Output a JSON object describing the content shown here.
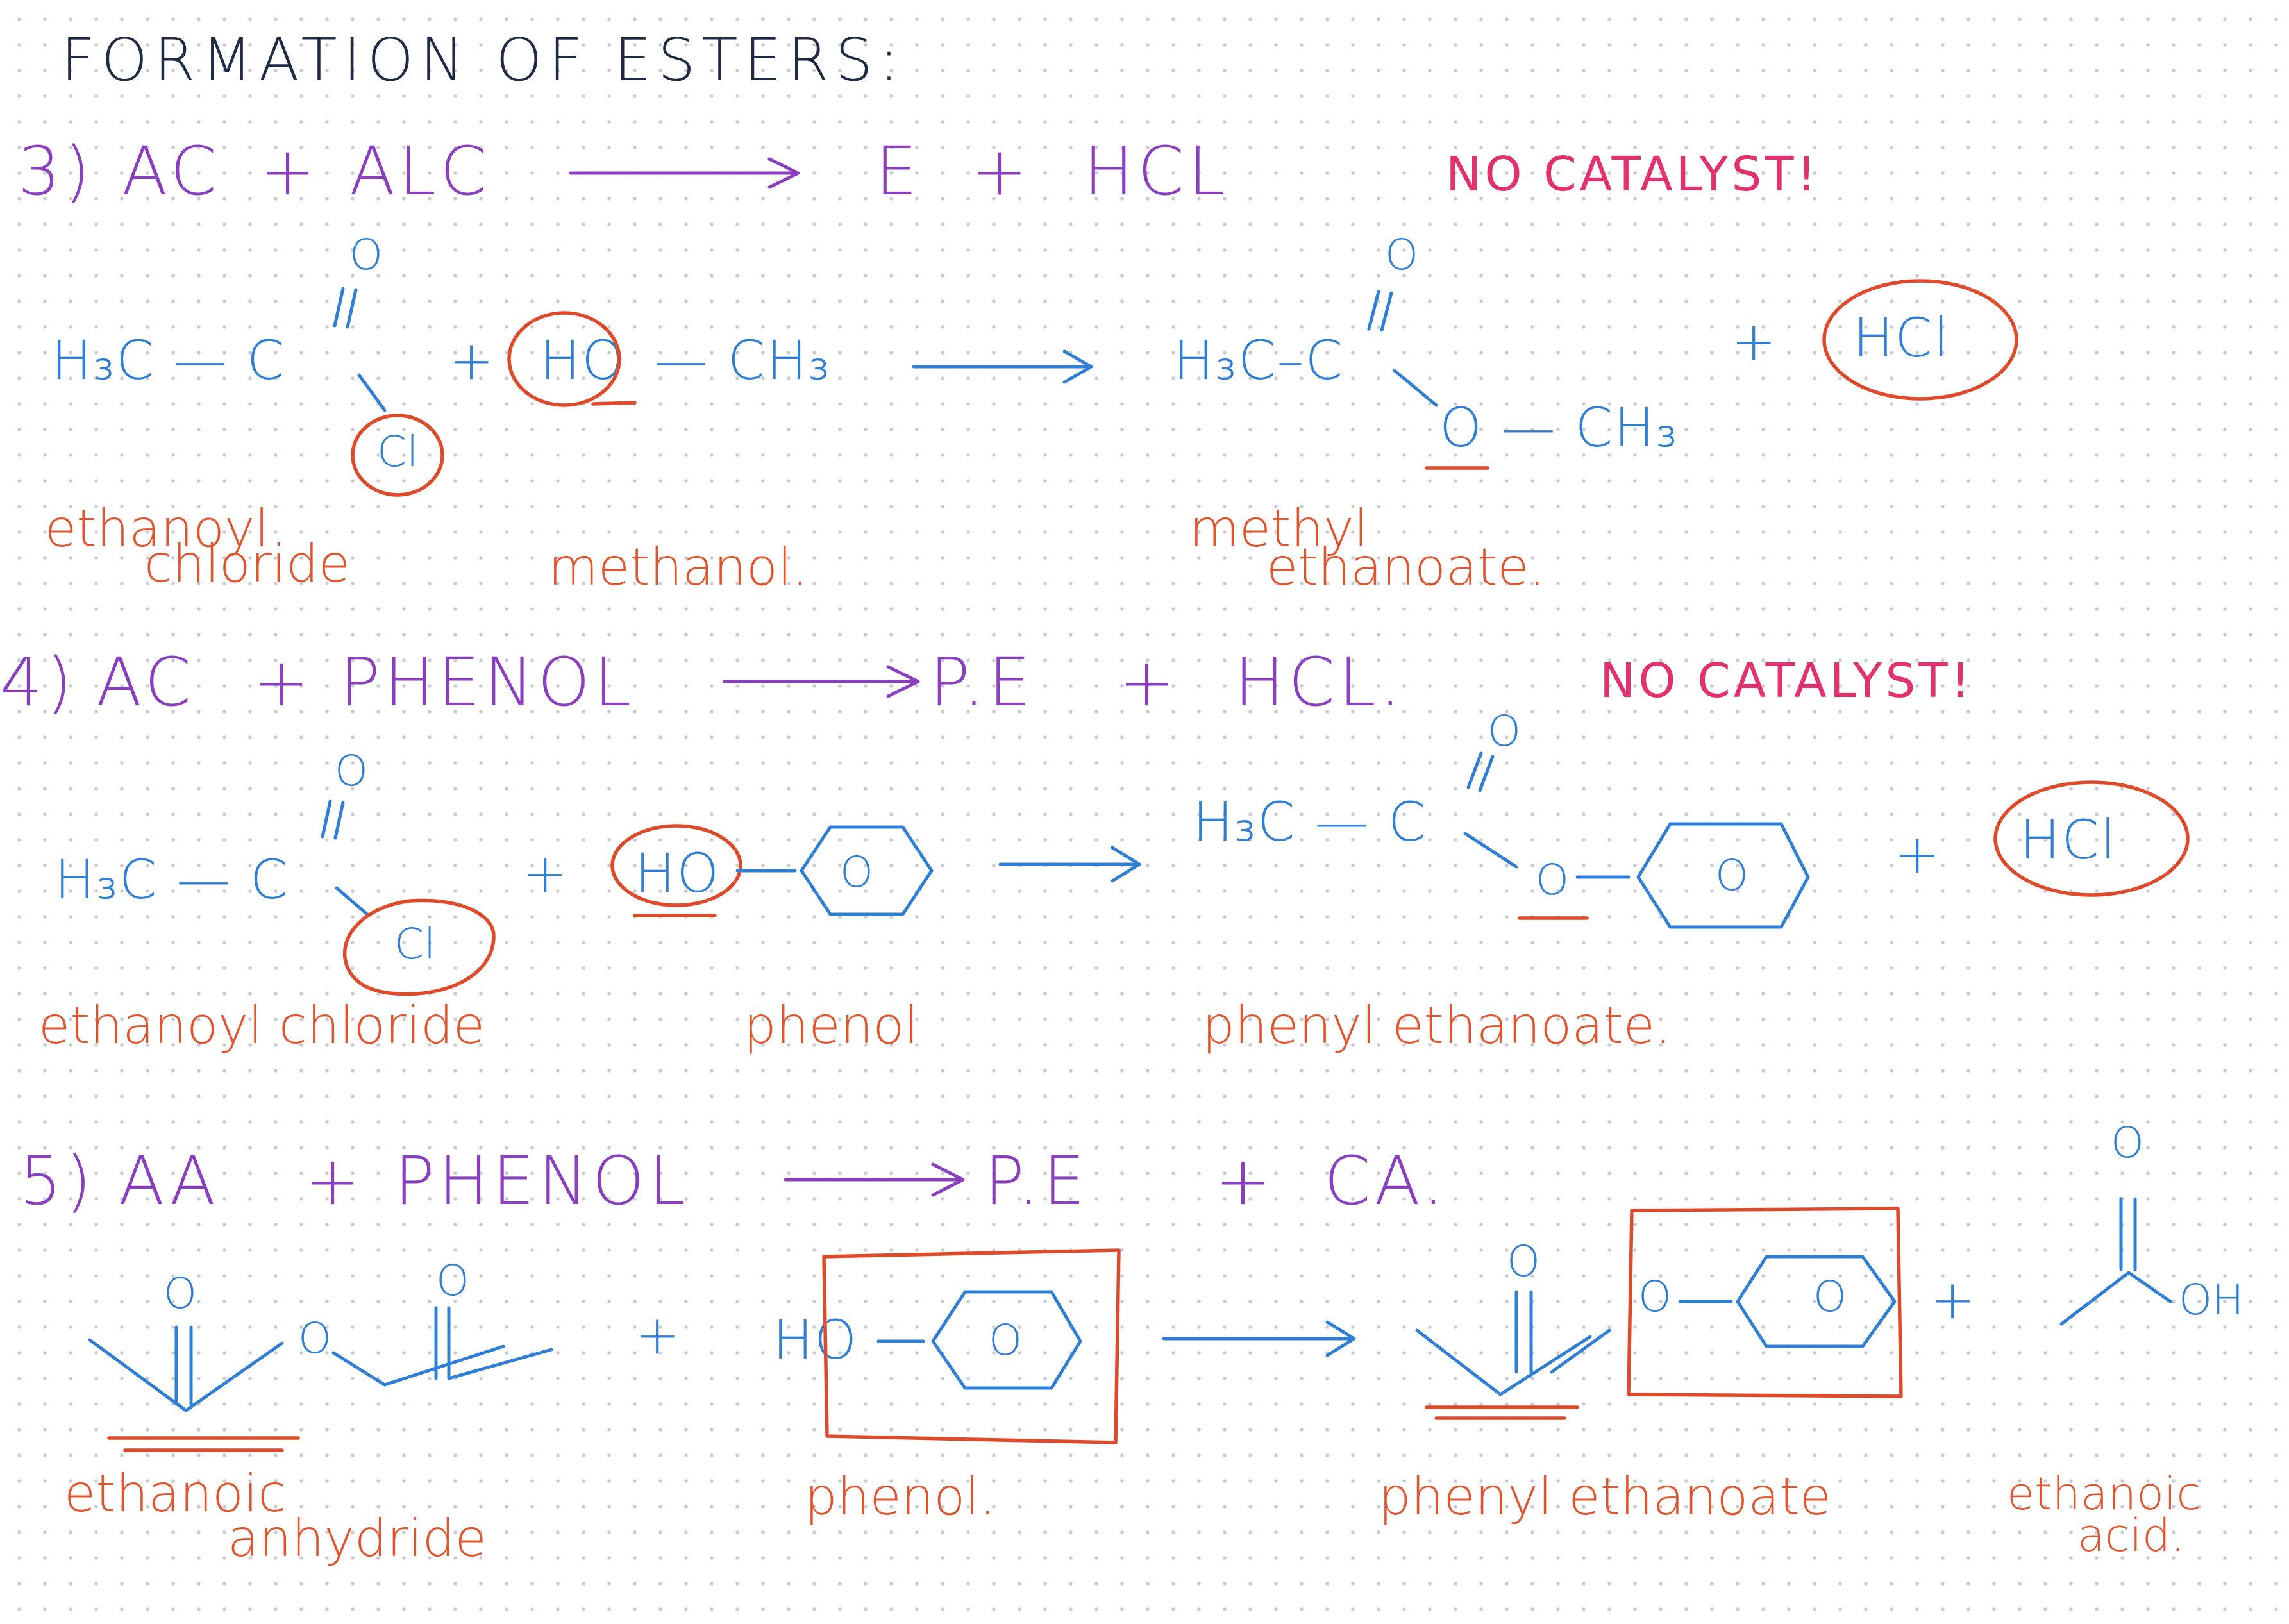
{
  "title": "FORMATION OF ESTERS:",
  "colors": {
    "heading": "#1f2a44",
    "equation": "#8a3fc0",
    "catalyst_note": "#e3306e",
    "structure": "#2f7fd6",
    "highlight": "#de4a2a",
    "names": "#e0552d"
  },
  "reaction3": {
    "equation": {
      "number": "3)",
      "reactant1": "AC",
      "plus1": "+",
      "reactant2": "ALC",
      "product1": "E",
      "plus2": "+",
      "product2": "HCL"
    },
    "note": "NO CATALYST!",
    "structures": {
      "carbonyl_o_left": "O",
      "h3c_left": "H₃C — C",
      "cl": "Cl",
      "plus": "+",
      "ho": "HO",
      "ch3": "— CH₃",
      "carbonyl_o_right": "O",
      "h3c_right": "H₃C–C",
      "o_ch3": "O — CH₃",
      "plus2": "+",
      "hcl": "HCl"
    },
    "names": {
      "acyl_chloride_1": "ethanoyl",
      "acyl_chloride_2": "chloride",
      "alcohol": "methanol.",
      "ester_1": "methyl",
      "ester_2": "ethanoate."
    }
  },
  "reaction4": {
    "equation": {
      "number": "4)",
      "reactant1": "AC",
      "plus1": "+",
      "reactant2": "PHENOL",
      "product1": "P.E",
      "plus2": "+",
      "product2": "HCL."
    },
    "note": "NO CATALYST!",
    "structures": {
      "carbonyl_o_left": "O",
      "h3c_left": "H₃C — C",
      "cl": "Cl",
      "plus": "+",
      "ho": "HO",
      "ring_label_left": "O",
      "carbonyl_o_right": "O",
      "h3c_right": "H₃C — C",
      "ester_o": "O",
      "ring_label_right": "O",
      "plus2": "+",
      "hcl": "HCl"
    },
    "names": {
      "acyl_chloride": "ethanoyl chloride",
      "phenol": "phenol",
      "ester": "phenyl ethanoate."
    }
  },
  "reaction5": {
    "equation": {
      "number": "5)",
      "reactant1": "AA",
      "plus1": "+",
      "reactant2": "PHENOL",
      "product1": "P.E",
      "plus2": "+",
      "product2": "CA."
    },
    "structures": {
      "anhydride_o1": "O",
      "anhydride_bridge_o": "O",
      "anhydride_o2": "O",
      "plus": "+",
      "ho": "HO",
      "ring_label_left": "O",
      "ester_carbonyl_o": "O",
      "ester_o": "O",
      "ring_label_right": "O",
      "plus2": "+",
      "acid_carbonyl_o": "O",
      "acid_oh": "OH"
    },
    "names": {
      "anhydride_1": "ethanoic",
      "anhydride_2": "anhydride",
      "phenol": "phenol.",
      "ester": "phenyl ethanoate",
      "acid_1": "ethanoic",
      "acid_2": "acid."
    }
  }
}
